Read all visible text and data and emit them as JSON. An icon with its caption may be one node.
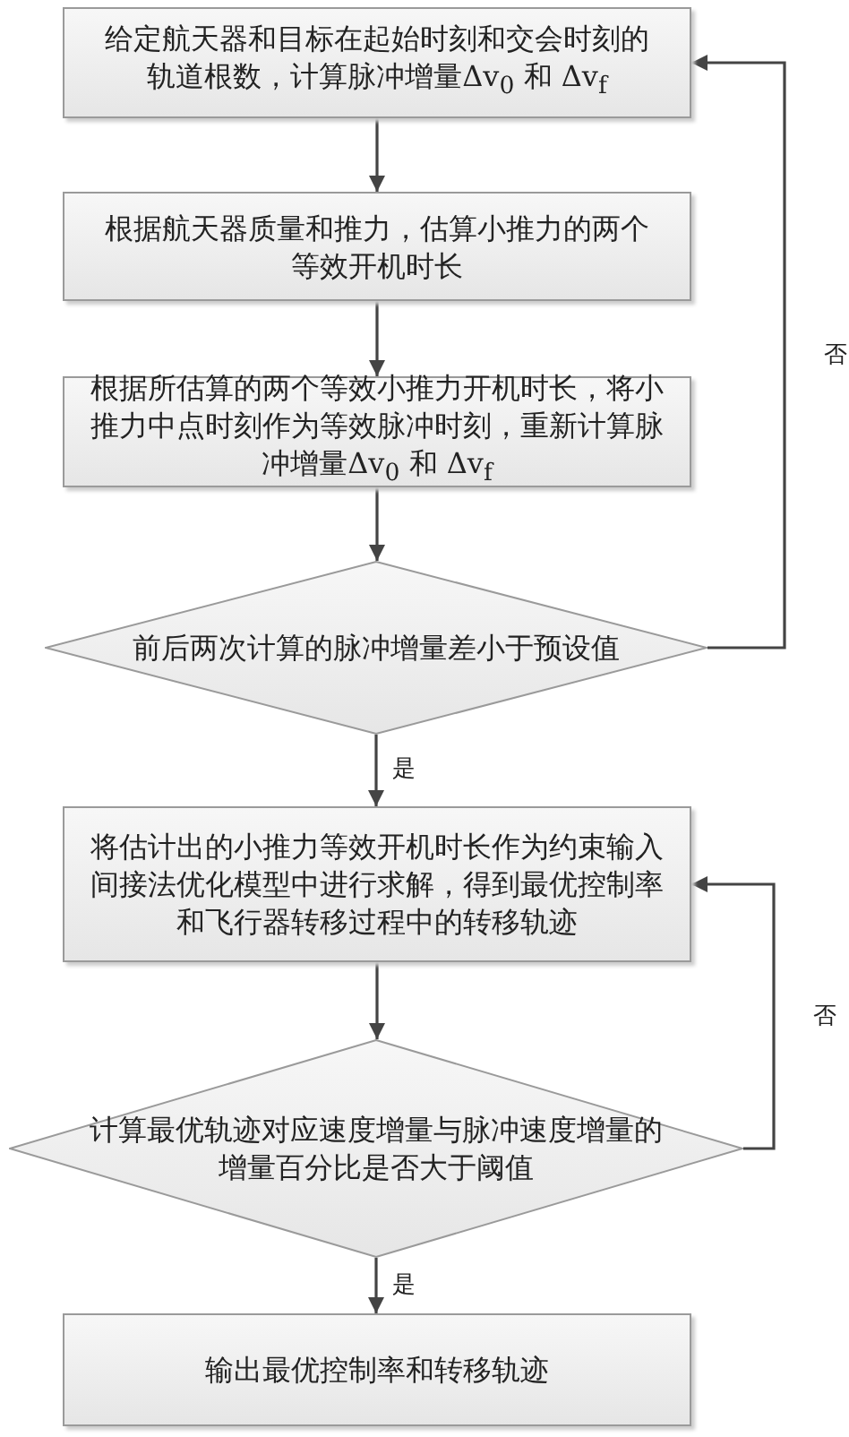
{
  "diagram": {
    "nodes": [
      {
        "text": [
          "给定航天器和目标在起始时刻和交会时刻的轨道根数，计算脉冲增量Δv$_{0}$ 和 Δv$_{f}$"
        ]
      },
      {
        "text": [
          "根据航天器质量和推力，估算小推力的两个等效开机时长"
        ]
      },
      {
        "text": [
          "根据所估算的两个等效小推力开机时长，将小推力中点时刻作为等效脉冲时刻，重新计算脉冲增量Δv$_{0}$ 和 Δv$_{f}$"
        ]
      },
      {
        "text": [
          "前后两次计算的脉冲增量差小于预设值"
        ]
      },
      {
        "text": [
          "将估计出的小推力等效开机时长作为约束输入间接法优化模型中进行求解，得到最优控制率和飞行器转移过程中的转移轨迹"
        ]
      },
      {
        "text": [
          "计算最优轨迹对应速度增量与脉冲速度增量的增量百分比是否大于阈值"
        ]
      },
      {
        "text": [
          "输出最优控制率和转移轨迹"
        ]
      }
    ],
    "edges": [
      {
        "from": 0,
        "to": 1,
        "arrow": "to"
      },
      {
        "from": 1,
        "to": 2,
        "arrow": "to"
      },
      {
        "from": 2,
        "to": 3,
        "arrow": "to"
      },
      {
        "from": 3,
        "to": 4,
        "arrow": "to",
        "label": "是"
      },
      {
        "from": 3,
        "to": 0,
        "arrow": "to",
        "label": "否"
      },
      {
        "from": 4,
        "to": 5,
        "arrow": "to"
      },
      {
        "from": 5,
        "to": 4,
        "arrow": "to",
        "label": "否"
      },
      {
        "from": 5,
        "to": 6,
        "arrow": "to",
        "label": "是"
      }
    ]
  }
}
